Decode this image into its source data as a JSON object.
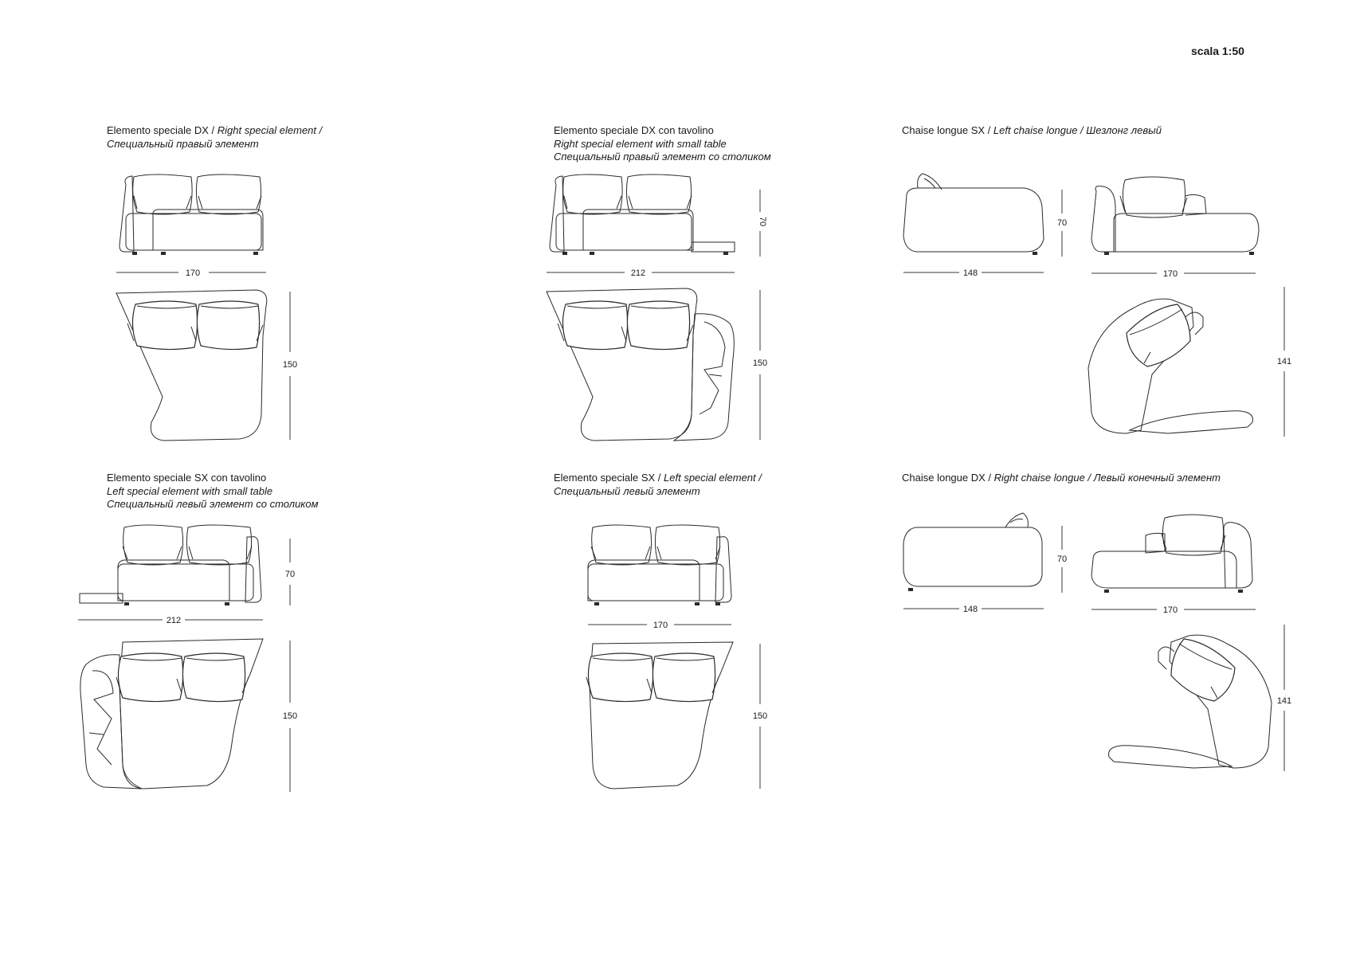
{
  "scale": "scala 1:50",
  "elements": [
    {
      "id": "right-special",
      "line1_plain": "Elemento speciale DX / ",
      "line1_italic": "Right special element /",
      "line2_plain": "",
      "line2_italic": "Специальный правый элемент",
      "line3_italic": "",
      "dims": {
        "width": "170",
        "depth": "150"
      }
    },
    {
      "id": "right-special-table",
      "line1_plain": "Elemento speciale DX con tavolino",
      "line1_italic": "",
      "line2_plain": "",
      "line2_italic": "Right special element with small table",
      "line3_italic": "Специальный правый элемент со столиком",
      "dims": {
        "width": "212",
        "height": "70",
        "depth": "150"
      }
    },
    {
      "id": "left-chaise",
      "line1_plain": "Chaise longue SX / ",
      "line1_italic": "Left chaise longue / Шезлонг левый",
      "dims": {
        "side": "148",
        "height": "70",
        "width": "170",
        "depth": "141"
      }
    },
    {
      "id": "left-special-table",
      "line1_plain": "Elemento speciale SX con tavolino",
      "line1_italic": "",
      "line2_italic": "Left special element with small table",
      "line3_italic": "Специальный левый элемент со столиком",
      "dims": {
        "height": "70",
        "width": "212",
        "depth": "150"
      }
    },
    {
      "id": "left-special",
      "line1_plain": "Elemento speciale SX / ",
      "line1_italic": "Left special element /",
      "line2_italic": "Специальный левый элемент",
      "dims": {
        "width": "170",
        "depth": "150"
      }
    },
    {
      "id": "right-chaise",
      "line1_plain": "Chaise longue DX / ",
      "line1_italic": "Right chaise longue / Левый конечный элемент",
      "dims": {
        "side": "148",
        "height": "70",
        "width": "170",
        "depth": "141"
      }
    }
  ]
}
